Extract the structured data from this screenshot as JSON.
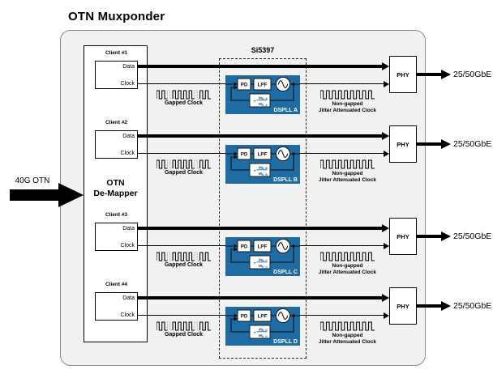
{
  "title": "OTN Muxponder",
  "input": {
    "label": "40G OTN"
  },
  "demapper": {
    "line1": "OTN",
    "line2": "De-Mapper"
  },
  "chip": {
    "label": "Si5397"
  },
  "colors": {
    "dspll_blue": "#1e6ca3",
    "divider_text": "#17547e",
    "gap_gray": "#aaaaaa"
  },
  "rows": [
    {
      "client": "Client #1",
      "data_label": "Data",
      "clock_label": "Clock",
      "gapped_label": "Gapped Clock",
      "pd": "PD",
      "lpf": "LPF",
      "div_symbol": "÷",
      "m_num_base": "M",
      "m_num_sub": "N_A",
      "m_den_base": "M",
      "m_den_sub": "D_A",
      "dspll": "DSPLL A",
      "nongapped_label1": "Non-gapped",
      "nongapped_label2": "Jitter Attenuated Clock",
      "phy": "PHY",
      "output": "25/50GbE"
    },
    {
      "client": "Client #2",
      "data_label": "Data",
      "clock_label": "Clock",
      "gapped_label": "Gapped Clock",
      "pd": "PD",
      "lpf": "LPF",
      "div_symbol": "÷",
      "m_num_base": "M",
      "m_num_sub": "N_B",
      "m_den_base": "M",
      "m_den_sub": "D_B",
      "dspll": "DSPLL B",
      "nongapped_label1": "Non-gapped",
      "nongapped_label2": "Jitter Attenuated Clock",
      "phy": "PHY",
      "output": "25/50GbE"
    },
    {
      "client": "Client #3",
      "data_label": "Data",
      "clock_label": "Clock",
      "gapped_label": "Gapped Clock",
      "pd": "PD",
      "lpf": "LPF",
      "div_symbol": "÷",
      "m_num_base": "M",
      "m_num_sub": "N_C",
      "m_den_base": "M",
      "m_den_sub": "D_C",
      "dspll": "DSPLL C",
      "nongapped_label1": "Non-gapped",
      "nongapped_label2": "Jitter Attenuated Clock",
      "phy": "PHY",
      "output": "25/50GbE"
    },
    {
      "client": "Client #4",
      "data_label": "Data",
      "clock_label": "Clock",
      "gapped_label": "Gapped Clock",
      "pd": "PD",
      "lpf": "LPF",
      "div_symbol": "÷",
      "m_num_base": "M",
      "m_num_sub": "N_D",
      "m_den_base": "M",
      "m_den_sub": "D_D",
      "dspll": "DSPLL D",
      "nongapped_label1": "Non-gapped",
      "nongapped_label2": "Jitter Attenuated Clock",
      "phy": "PHY",
      "output": "25/50GbE"
    }
  ]
}
